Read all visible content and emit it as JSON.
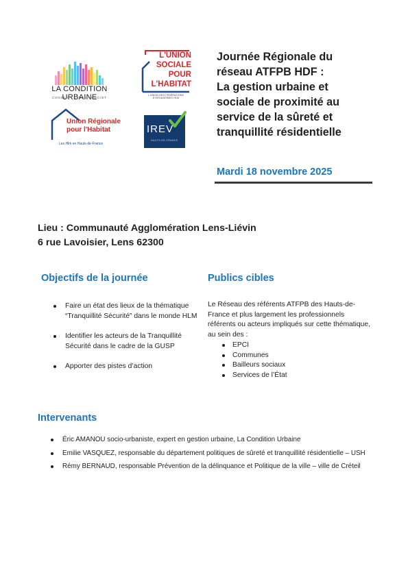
{
  "logos": {
    "condition_urbaine": {
      "name": "LA CONDITION URBAINE",
      "tagline": "CONSEIL • ETUDE • PROJET"
    },
    "ush": {
      "name": "L'UNION\nSOCIALE\nPOUR\nL'HABITAT",
      "footer": "L'UNION DES FÉDÉRATIONS D'ORGANISMES HLM"
    },
    "urh": {
      "name": "Union Régionale\npour l'Habitat",
      "footer": "Les Hlm en Hauts-de-France"
    },
    "irev": {
      "name": "IREV",
      "footer": "HAUTS-DE-FRANCE"
    },
    "colors": {
      "red": "#d9252a",
      "navy": "#143a6e",
      "accent_blue": "#1c75bc"
    }
  },
  "header": {
    "title": "Journée Régionale du\nréseau ATFPB HDF :\nLa gestion urbaine et\nsociale de proximité au\nservice de la sûreté et\ntranquillité résidentielle",
    "date": "Mardi 18 novembre 2025"
  },
  "venue": {
    "line1": "Lieu : Communauté Agglomération Lens-Liévin",
    "line2": "6 rue Lavoisier, Lens 62300"
  },
  "objectives": {
    "heading": "Objectifs de la journée",
    "items": [
      "Faire un état des lieux de la thématique “Tranquillité Sécurité” dans le monde HLM",
      "Identifier les acteurs de la Tranquillité Sécurité dans le cadre de la GUSP",
      "Apporter des pistes d’action"
    ]
  },
  "audience": {
    "heading": "Publics cibles",
    "intro": "Le Réseau des référents ATFPB des Hauts-de-France et plus largement les professionnels référents ou acteurs impliqués sur cette thématique, au sein des :",
    "items": [
      "EPCI",
      "Communes",
      "Bailleurs sociaux",
      "Services de l’État"
    ]
  },
  "speakers": {
    "heading": "Intervenants",
    "items": [
      "Éric AMANOU socio-urbaniste, expert en gestion urbaine, La Condition Urbaine",
      "Emilie VASQUEZ, responsable du département politiques de sûreté et tranquillité résidentielle – USH",
      "Rémy BERNAUD, responsable Prévention de la délinquance et Politique de la ville – ville de Créteil"
    ]
  }
}
